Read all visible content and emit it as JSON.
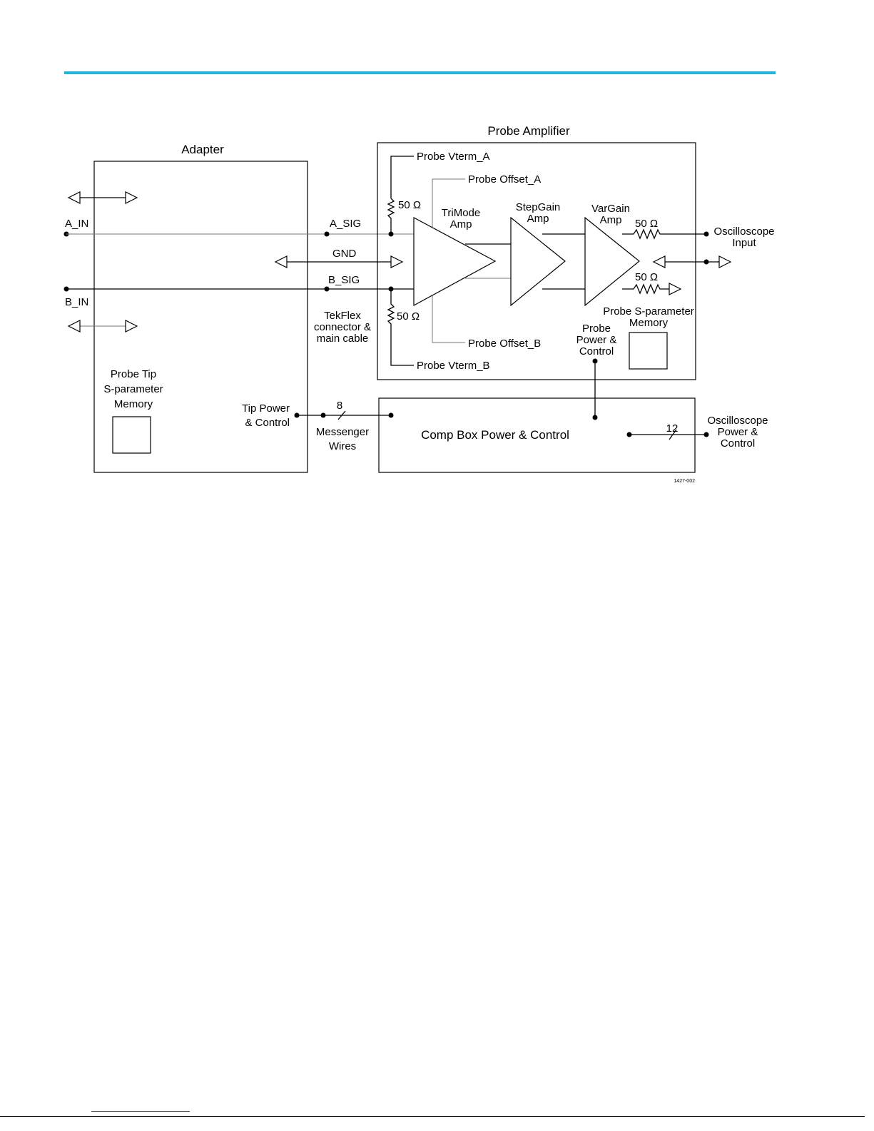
{
  "header": {
    "accent_color": "#1fb3e0"
  },
  "diagram": {
    "adapter": {
      "title": "Adapter",
      "a_in": "A_IN",
      "b_in": "B_IN",
      "memory_line1": "Probe Tip",
      "memory_line2": "S-parameter",
      "memory_line3": "Memory",
      "tip_power_line1": "Tip Power",
      "tip_power_line2": "& Control"
    },
    "cable": {
      "a_sig": "A_SIG",
      "gnd": "GND",
      "b_sig": "B_SIG",
      "tekflex_line1": "TekFlex",
      "tekflex_line2": "connector &",
      "tekflex_line3": "main cable",
      "messenger_count": "8",
      "messenger_line1": "Messenger",
      "messenger_line2": "Wires"
    },
    "probe_amplifier": {
      "title": "Probe Amplifier",
      "vterm_a": "Probe Vterm_A",
      "vterm_b": "Probe Vterm_B",
      "offset_a": "Probe Offset_A",
      "offset_b": "Probe Offset_B",
      "res_a": "50 Ω",
      "res_b": "50 Ω",
      "res_out1": "50 Ω",
      "res_out2": "50 Ω",
      "trimode_line1": "TriMode",
      "trimode_line2": "Amp",
      "stepgain_line1": "StepGain",
      "stepgain_line2": "Amp",
      "vargain_line1": "VarGain",
      "vargain_line2": "Amp",
      "memory_line1": "Probe S-parameter",
      "memory_line2": "Memory",
      "power_line1": "Probe",
      "power_line2": "Power &",
      "power_line3": "Control"
    },
    "comp_box": {
      "title": "Comp Box Power & Control",
      "bus_count": "12"
    },
    "outputs": {
      "scope_input_line1": "Oscilloscope",
      "scope_input_line2": "Input",
      "scope_power_line1": "Oscilloscope",
      "scope_power_line2": "Power &",
      "scope_power_line3": "Control"
    },
    "figure_id": "1427-002"
  }
}
